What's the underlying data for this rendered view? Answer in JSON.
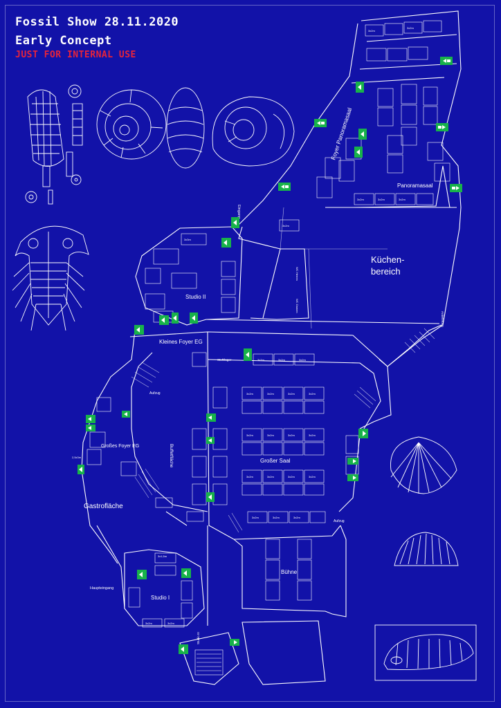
{
  "header": {
    "title": "Fossil Show 28.11.2020",
    "subtitle": "Early Concept",
    "notice": "JUST FOR INTERNAL USE"
  },
  "rooms": {
    "foyer_panoramasaal": "Foyer Panoramasaal",
    "panoramasaal": "Panoramasaal",
    "kuechen_1": "Küchen-",
    "kuechen_2": "bereich",
    "studio_2": "Studio II",
    "kleines_foyer": "Kleines Foyer EG",
    "grosses_foyer": "Großes Foyer EG",
    "buffetflaeche": "Buffetfläche",
    "grosser_saal": "Großer Saal",
    "gastroflaeche": "Gastrofläche",
    "buehne": "Bühne",
    "studio_1": "Studio I",
    "haupteingang": "Haupteingang",
    "eingang": "Eingang",
    "aufzug": "Aufzug",
    "stuhllager": "Stuhllager",
    "studio_3": "Studio III",
    "anlieferung": "Anlieferung",
    "wc_herren": "WC Herren",
    "wc_damen": "WC Damen"
  },
  "booth_labels": {
    "a": "3x2m",
    "b": "3x3m",
    "c": "2x2m",
    "d": "3x1,5m",
    "e": "2,5x3m"
  },
  "colors": {
    "background": "#1212a8",
    "lines": "#ffffff",
    "notice": "#e8243a",
    "exit_sign": "#18b24a"
  },
  "icons": [
    "exit-sign-icon",
    "ammonite-icon",
    "trilobite-icon",
    "crinoid-icon",
    "shell-icon",
    "sea-urchin-icon"
  ]
}
